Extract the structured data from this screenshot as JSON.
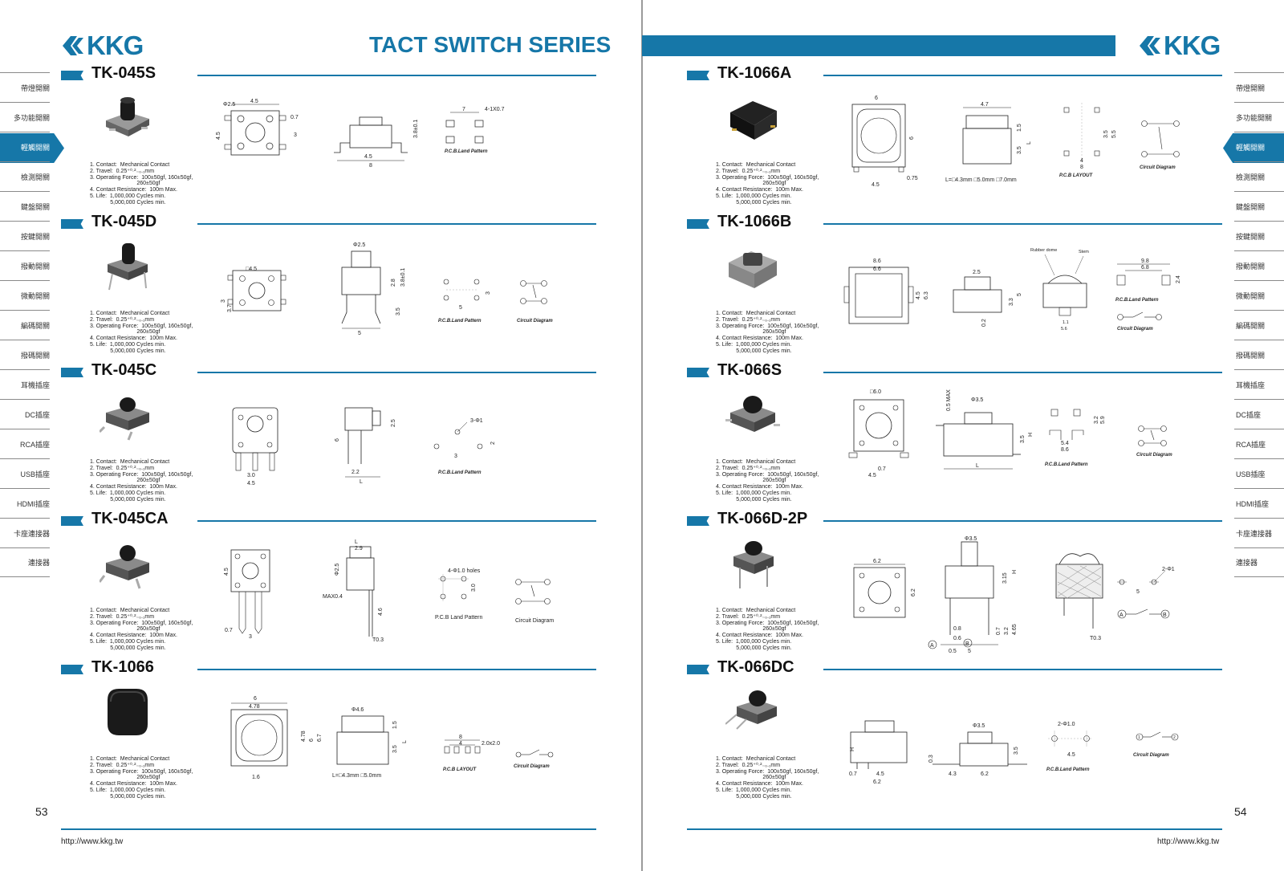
{
  "brand": {
    "logo_text": "KKG",
    "accent": "#1677a8"
  },
  "left_page": {
    "series_title": "TACT SWITCH SERIES",
    "page_number": "53",
    "url": "http://www.kkg.tw"
  },
  "right_page": {
    "page_number": "54",
    "url": "http://www.kkg.tw"
  },
  "nav_items": [
    "帶燈開關",
    "多功能開關",
    "輕觸開關",
    "檢測開關",
    "鍵盤開關",
    "按鍵開關",
    "撥動開關",
    "微動開關",
    "編碼開關",
    "撥碼開關",
    "耳機插座",
    "DC插座",
    "RCA插座",
    "USB插座",
    "HDMI插座",
    "卡座連接器",
    "連接器"
  ],
  "active_nav": "輕觸開關",
  "captions": {
    "pcb_land": "P.C.B.Land Pattern",
    "pcb_land_plain": "P.C.B Land Pattern",
    "pcb_layout": "P.C.B LAYOUT",
    "circuit": "Circuit Diagram"
  },
  "spec_lines": {
    "line1": "1. Contact:  Mechanical Contact",
    "line2": "2. Travel:  0.25⁺⁰·²₋₀.₁mm",
    "line3": "3. Operating Force:  100±50gf, 160±50gf,",
    "line3b": "                              260±50gf",
    "line4": "4. Contact Resistance:  100m Max.",
    "line5": "5. Life:  1,000,000 Cycles min.",
    "line5b": "             5,000,000 Cycles min."
  },
  "models_left": [
    {
      "name": "TK-045S"
    },
    {
      "name": "TK-045D"
    },
    {
      "name": "TK-045C"
    },
    {
      "name": "TK-045CA"
    },
    {
      "name": "TK-1066"
    }
  ],
  "models_right": [
    {
      "name": "TK-1066A"
    },
    {
      "name": "TK-1066B"
    },
    {
      "name": "TK-066S"
    },
    {
      "name": "TK-066D-2P"
    },
    {
      "name": "TK-066DC"
    }
  ],
  "dims": {
    "d45": "4.5",
    "d8": "8",
    "d25": "Φ2.5",
    "d07": "0.7",
    "d3": "3",
    "d38": "3.8±0.1",
    "d7": "7",
    "d41x07": "4-1X0.7",
    "sq45": "□4.5",
    "d28": "2.8",
    "d5": "5",
    "d37": "3.7",
    "d30": "3.0",
    "d22": "2.2",
    "dL": "L",
    "d6": "6",
    "d31": "3-Φ1",
    "d2": "2",
    "d25b": "2.5",
    "d29": "2.9",
    "max04": "MAX0.4",
    "d46": "4.6",
    "t03": "T0.3",
    "holes": "4-Φ1.0 holes",
    "d478": "4.78",
    "d67": "6.7",
    "d16": "1.6",
    "phi46": "Φ4.6",
    "d15": "1.5",
    "d35": "3.5",
    "l43": "L=□4.3mm  □5.0mm",
    "d20x20": "2.0x2.0",
    "d4": "4",
    "d47": "4.7",
    "d075": "0.75",
    "l43b": "L=□4.3mm  □5.0mm  □7.0mm",
    "d55": "5.5",
    "d86": "8.6",
    "d66": "6.6",
    "d63": "6.3",
    "d33": "3.3",
    "d02": "0.2",
    "d98": "9.8",
    "d68": "6.8",
    "d24": "2.4",
    "d56": "5.6",
    "d11": "1.1",
    "rubber": "Rubber dome",
    "stem": "Stem",
    "sq60": "□6.0",
    "max05": "0.5 MAX",
    "phi35": "Φ3.5",
    "d54": "5.4",
    "d32": "3.2",
    "d59": "5.9",
    "d62": "6.2",
    "d08": "0.8",
    "d06": "0.6",
    "d05": "0.5",
    "d315": "3.15",
    "d465": "4.65",
    "H": "H",
    "d2phi1": "2-Φ1",
    "pinA": "A",
    "pinB": "B",
    "d03": "0.3",
    "d43": "4.3",
    "d2phi10": "2-Φ1.0",
    "p1": "1",
    "p2": "2",
    "p3": "3",
    "p4": "4"
  }
}
